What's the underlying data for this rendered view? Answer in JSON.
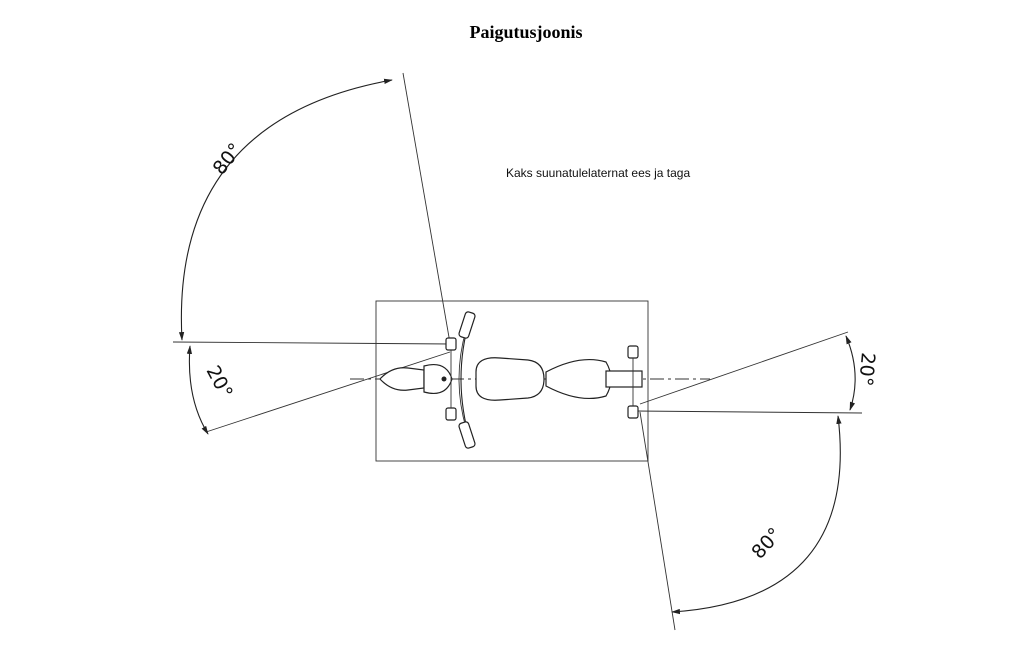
{
  "title": "Paigutusjoonis",
  "note": "Kaks suunatulelaternat ees ja taga",
  "angles": {
    "front_outer": "80°",
    "front_inner": "20°",
    "rear_inner": "20°",
    "rear_outer": "80°"
  }
}
